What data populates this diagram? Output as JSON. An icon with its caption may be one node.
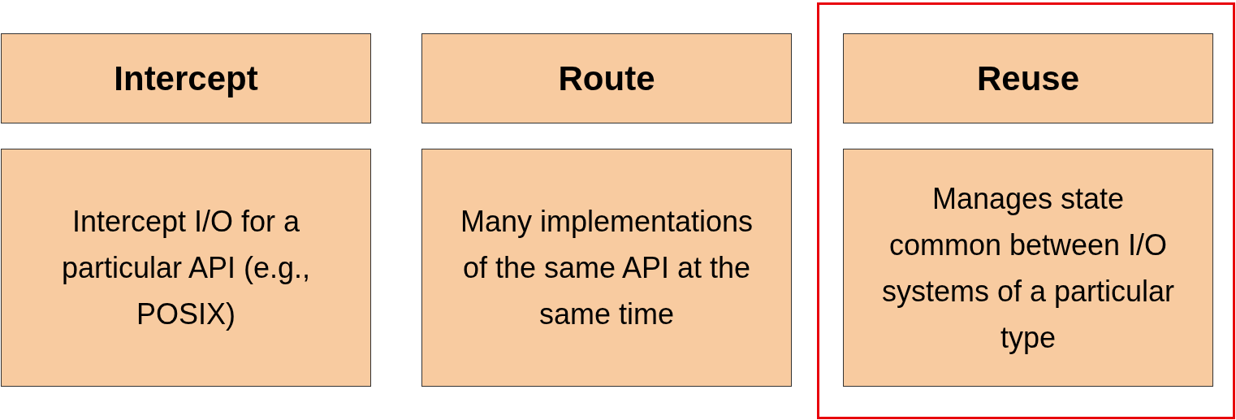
{
  "diagram": {
    "nodes": [
      {
        "text": [
          "Intercept"
        ]
      },
      {
        "text": [
          "Route"
        ]
      },
      {
        "text": [],
        "shape": "box"
      },
      {
        "text": [
          "Reuse"
        ],
        "in": 2
      },
      {
        "text": [
          "Intercept I/O for a particular API (e.g., POSIX)"
        ]
      },
      {
        "text": [
          "Many implementations of the same API at the same time"
        ]
      },
      {
        "text": [
          "Manages state common between I/O systems of a particular type"
        ],
        "in": 2
      }
    ]
  }
}
